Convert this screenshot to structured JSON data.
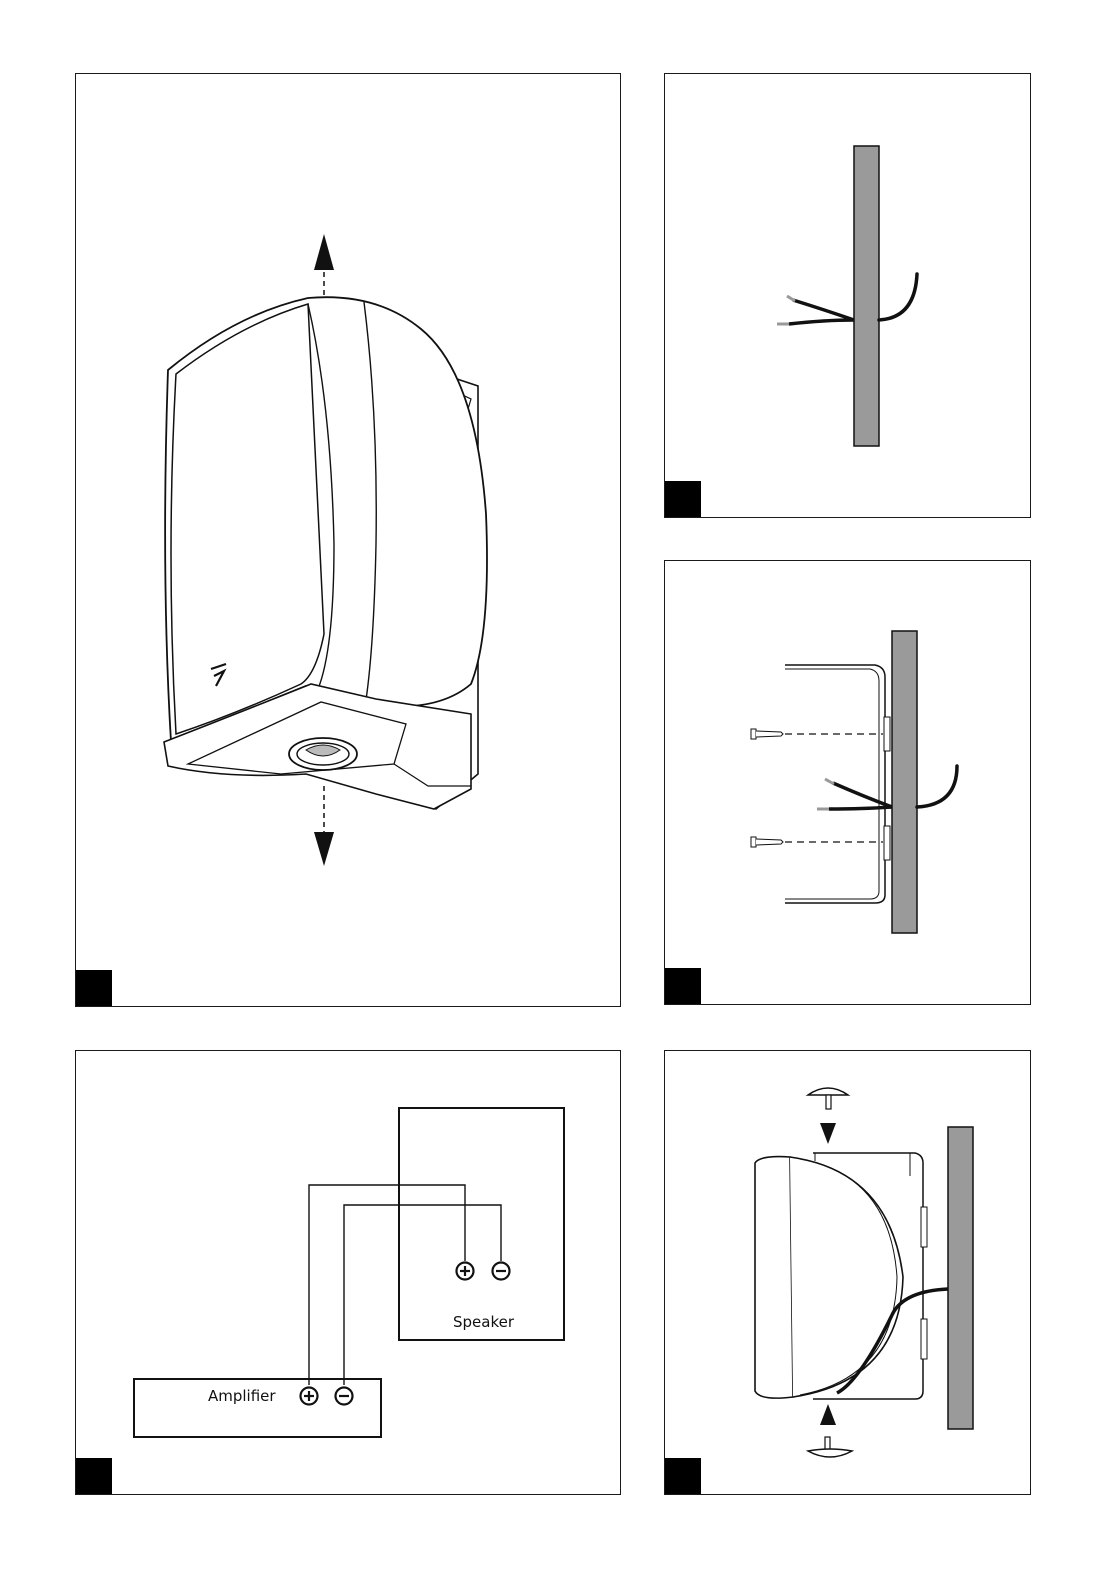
{
  "panels": [
    {
      "id": "speaker-overview"
    },
    {
      "id": "wall-cable"
    },
    {
      "id": "bracket-mounting"
    },
    {
      "id": "wiring"
    },
    {
      "id": "speaker-attach"
    }
  ],
  "wiring": {
    "amplifier_label": "Amplifier",
    "speaker_label": "Speaker",
    "plus_symbol": "+",
    "minus_symbol": "−"
  },
  "colors": {
    "wall": "#9a9a9a",
    "line": "#111111",
    "number_box": "#000000"
  }
}
